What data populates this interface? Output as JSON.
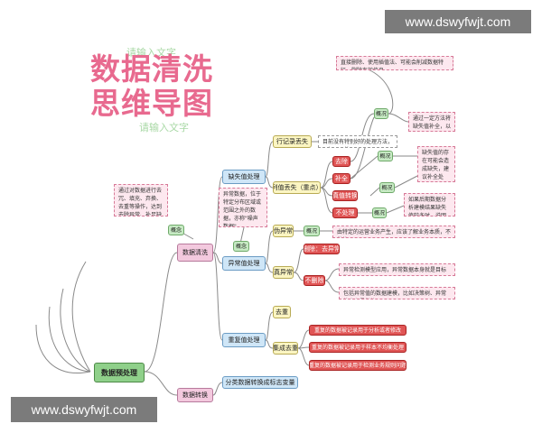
{
  "watermark": "www.dswyfwjt.com",
  "header": {
    "hint_top": "请输入文字",
    "title_line1": "数据清洗",
    "title_line2": "思维导图",
    "hint_bottom": "请输入文字"
  },
  "root": "数据预处理",
  "nodes": {
    "cleaning": "数据清洗",
    "transform": "数据转换",
    "missing": "缺失值处理",
    "outlier": "异常值处理",
    "duplicate": "重复值处理",
    "record_loss": "行记录丢失",
    "column_loss": "列值丢失（重点）",
    "pseudo": "伪异常",
    "true_outlier": "真异常",
    "dedupe": "去重",
    "cluster": "集成去重",
    "transform_note": "分类数据转换成标志变量"
  },
  "labels": {
    "overview": "概况",
    "concept": "概念"
  },
  "missing_options": [
    "去除",
    "补全",
    "真值转换",
    "不处理"
  ],
  "true_outlier_options": [
    "删除：去异常",
    "不删除"
  ],
  "notes": {
    "cleaning_desc": "通过对数据进行去冗、填充、弃换、去重等操作，达到去除异常、补足缺失、纠正错误的目的。",
    "outlier_desc": "异常数据，位于特定分布区域或范围之外的数据，亦称\"噪声数据\"",
    "record_loss_desc": "目前没有特别好的处理方法，一般不予处理",
    "top_right_desc": "直接删除、使用插值法、可能会削减数据特征、删除有效信息",
    "mid_right_desc": "通过一定方法将缺失值补全，以提高数据的缺失值处理方案",
    "fill_desc": "缺失值的存在可能会造成缺失，建议补全处理，需要具体数据特点",
    "no_handle_desc": "如果后期数据分析建模结果缺失值较多时，说明有缺失值的字段应该删除",
    "pseudo_desc": "由特定的运营业务产生，应该了解业务本质，不做处理",
    "true_outlier_desc1": "异常检测模型应用，异常数据本身就是目标数据",
    "true_outlier_desc2": "包括异常值的数据建模，比如决策树、异常值本身是指的",
    "dup_note1": "重复的数据被记录用于分析或者修改",
    "dup_note2": "重复的数据被记录用于样本不均衡处理",
    "dup_note3": "重复的数据被记录用于检测业务规则问题"
  }
}
